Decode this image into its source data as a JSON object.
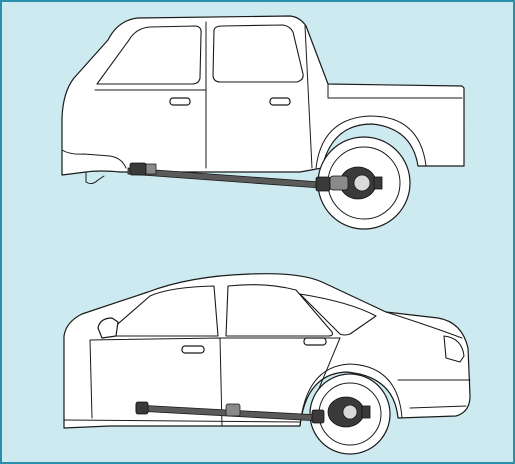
{
  "colors": {
    "background": "#cdeaf0",
    "frame_border": "#2a8fa8",
    "body": "#ffffff",
    "outline": "#1a1a1a",
    "driveshaft": "#5a5a5a"
  },
  "panels": [
    {
      "id": "pickup",
      "subject": "pickup-truck-rear-driveshaft"
    },
    {
      "id": "sedan",
      "subject": "sedan-rear-driveshaft"
    }
  ]
}
